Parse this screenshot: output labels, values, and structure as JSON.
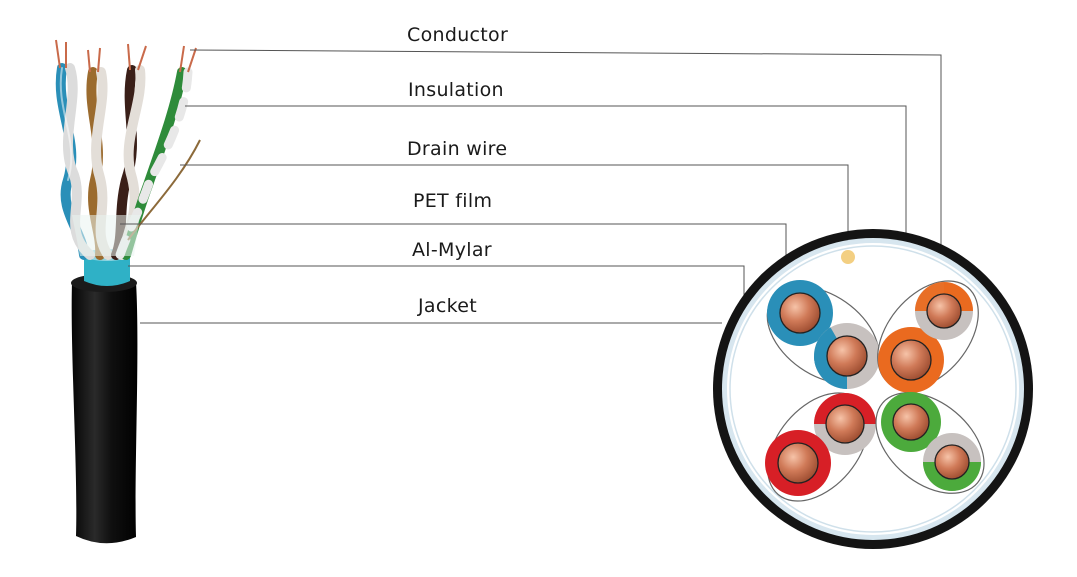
{
  "labels": {
    "conductor": "Conductor",
    "insulation": "Insulation",
    "drain_wire": "Drain wire",
    "pet_film": "PET film",
    "al_mylar": "Al-Mylar",
    "jacket": "Jacket"
  },
  "colors": {
    "jacket": "#141414",
    "al_mylar": "#d7e6ef",
    "pair_sheath": "#5a5a5a",
    "copper": "#c96a4a",
    "drain_wire": "#f3cf82",
    "pair_blue": "#2a8fb8",
    "pair_orange": "#ea6a1f",
    "pair_red": "#d71f26",
    "pair_green": "#4caa3c",
    "white_stripe": "#c7c1bf",
    "cable_core": "#2fb1c6"
  },
  "pairs": [
    {
      "name": "blue",
      "color": "pair_blue"
    },
    {
      "name": "orange",
      "color": "pair_orange"
    },
    {
      "name": "red",
      "color": "pair_red"
    },
    {
      "name": "green",
      "color": "pair_green"
    }
  ]
}
